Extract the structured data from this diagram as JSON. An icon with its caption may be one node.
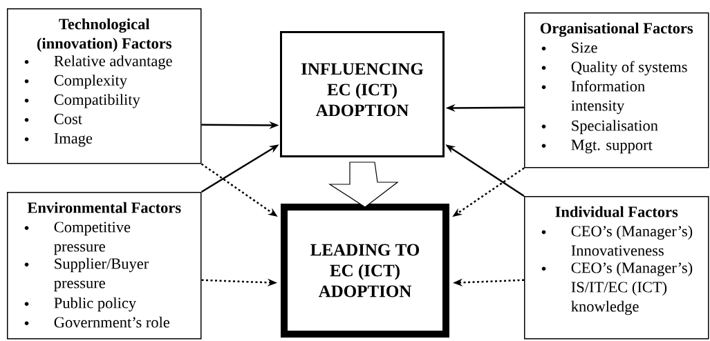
{
  "diagram": {
    "nodes": [
      {
        "text": [
          "Technological (innovation) Factors",
          "Relative advantage",
          "Complexity",
          "Compatibility",
          "Cost",
          "Image"
        ]
      },
      {
        "text": [
          "INFLUENCING EC (ICT) ADOPTION"
        ]
      },
      {
        "text": [
          "Organisational Factors",
          "Size",
          "Quality of systems",
          "Information intensity",
          "Specialisation",
          "Mgt. support"
        ]
      },
      {
        "text": [
          "Environmental Factors",
          "Competitive pressure",
          "Supplier/Buyer pressure",
          "Public policy",
          "Government’s role"
        ]
      },
      {
        "text": [
          "LEADING TO EC (ICT) ADOPTION"
        ]
      },
      {
        "text": [
          "Individual Factors",
          "CEO’s (Manager’s) Innovativeness",
          "CEO’s (Manager’s) IS/IT/EC (ICT) knowledge"
        ]
      }
    ],
    "edges": [
      {
        "from": 0,
        "to": 1,
        "arrow": "to"
      },
      {
        "from": 2,
        "to": 1,
        "arrow": "to"
      },
      {
        "from": 3,
        "to": 1,
        "arrow": "to"
      },
      {
        "from": 5,
        "to": 1,
        "arrow": "to"
      },
      {
        "from": 0,
        "to": 4,
        "arrow": "to",
        "style": "dashed"
      },
      {
        "from": 2,
        "to": 4,
        "arrow": "to",
        "style": "dashed"
      },
      {
        "from": 3,
        "to": 4,
        "arrow": "to",
        "style": "dashed"
      },
      {
        "from": 5,
        "to": 4,
        "arrow": "to",
        "style": "dashed"
      },
      {
        "from": 1,
        "to": 4,
        "arrow": "to",
        "style": "thick"
      }
    ]
  }
}
